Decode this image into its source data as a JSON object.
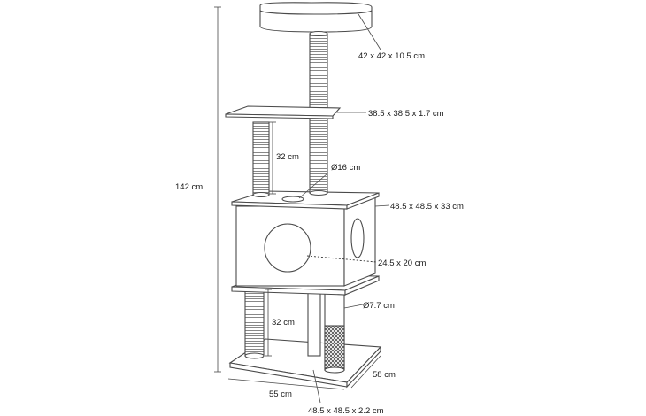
{
  "dimensions": {
    "top_bed": "42 x 42 x 10.5 cm",
    "platform": "38.5 x 38.5 x 1.7 cm",
    "upper_post_height": "32 cm",
    "hole_diameter": "Ø16 cm",
    "box": "48.5 x 48.5 x 33 cm",
    "box_opening": "24.5 x 20 cm",
    "post_diameter": "Ø7.7 cm",
    "lower_post_height": "32 cm",
    "total_height": "142 cm",
    "base_width": "55 cm",
    "base_depth": "58 cm",
    "base": "48.5 x 48.5 x 2.2 cm"
  },
  "colors": {
    "line": "#4a4a4a",
    "text": "#1a1a1a",
    "background": "#ffffff"
  }
}
